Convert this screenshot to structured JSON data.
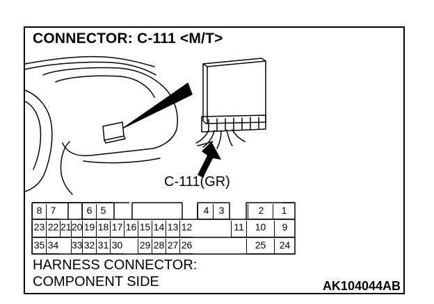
{
  "title": "CONNECTOR: C-111 <M/T>",
  "connector_label": "C-111(GR)",
  "harness": {
    "line1": "HARNESS CONNECTOR:",
    "line2": "COMPONENT SIDE"
  },
  "figure_code": "AK104044AB",
  "pins": [
    {
      "text": "8",
      "row": 0,
      "col": 0
    },
    {
      "text": "7",
      "row": 0,
      "col": 1
    },
    {
      "text": "6",
      "row": 0,
      "col": 4
    },
    {
      "text": "5",
      "row": 0,
      "col": 5
    },
    {
      "text": "4",
      "row": 0,
      "col": 13
    },
    {
      "text": "3",
      "row": 0,
      "col": 14
    },
    {
      "text": "2",
      "row": 0,
      "col": 17
    },
    {
      "text": "1",
      "row": 0,
      "col": 19
    },
    {
      "text": "23",
      "row": 1,
      "col": 0
    },
    {
      "text": "22",
      "row": 1,
      "col": 1
    },
    {
      "text": "21",
      "row": 1,
      "col": 2
    },
    {
      "text": "20",
      "row": 1,
      "col": 3
    },
    {
      "text": "19",
      "row": 1,
      "col": 4
    },
    {
      "text": "18",
      "row": 1,
      "col": 5
    },
    {
      "text": "17",
      "row": 1,
      "col": 6
    },
    {
      "text": "16",
      "row": 1,
      "col": 7
    },
    {
      "text": "15",
      "row": 1,
      "col": 8
    },
    {
      "text": "14",
      "row": 1,
      "col": 9
    },
    {
      "text": "13",
      "row": 1,
      "col": 10
    },
    {
      "text": "12",
      "row": 1,
      "col": 11
    },
    {
      "text": "11",
      "row": 1,
      "col": 12
    },
    {
      "text": "10",
      "row": 1,
      "col": 13
    },
    {
      "text": "9",
      "row": 1,
      "col": 15
    },
    {
      "text": "35",
      "row": 2,
      "col": 0
    },
    {
      "text": "34",
      "row": 2,
      "col": 1
    },
    {
      "text": "33",
      "row": 2,
      "col": 3
    },
    {
      "text": "32",
      "row": 2,
      "col": 4
    },
    {
      "text": "31",
      "row": 2,
      "col": 5
    },
    {
      "text": "30",
      "row": 2,
      "col": 6
    },
    {
      "text": "29",
      "row": 2,
      "col": 8
    },
    {
      "text": "28",
      "row": 2,
      "col": 9
    },
    {
      "text": "27",
      "row": 2,
      "col": 10
    },
    {
      "text": "26",
      "row": 2,
      "col": 11
    },
    {
      "text": "25",
      "row": 2,
      "col": 13
    },
    {
      "text": "24",
      "row": 2,
      "col": 15
    }
  ]
}
